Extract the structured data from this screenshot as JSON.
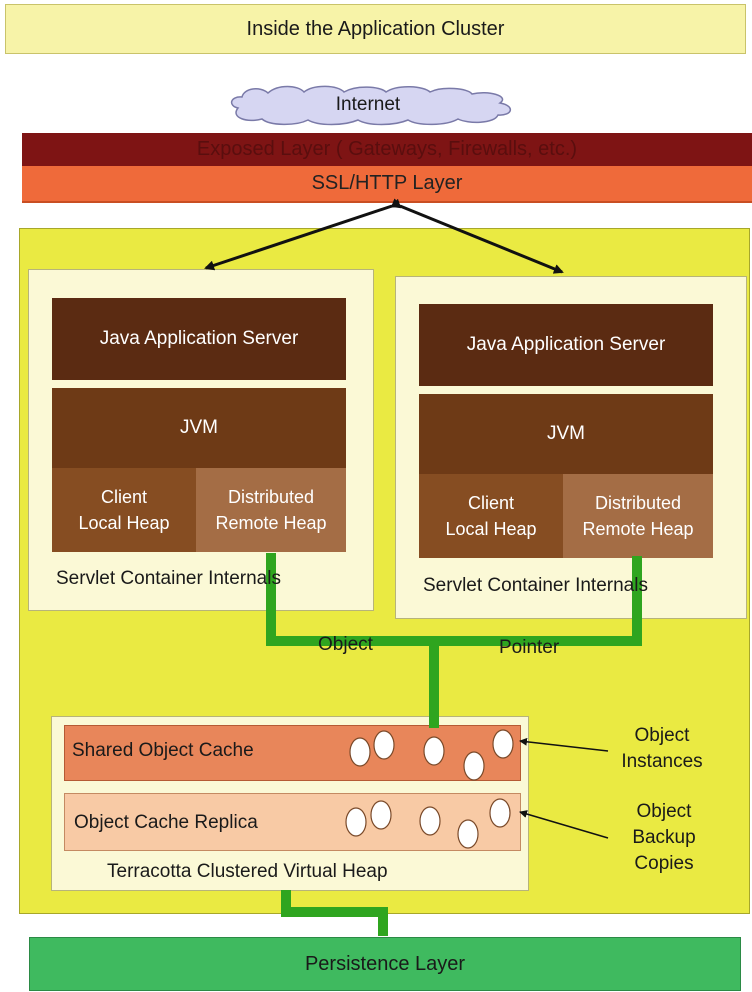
{
  "title": "Inside the Application Cluster",
  "internet": "Internet",
  "exposed_layer": "Exposed Layer ( Gateways, Firewalls, etc.)",
  "ssl_layer": "SSL/HTTP Layer",
  "containers": [
    {
      "app_server": "Java Application Server",
      "jvm": "JVM",
      "local_heap": [
        "Client",
        "Local Heap"
      ],
      "remote_heap": [
        "Distributed",
        "Remote Heap"
      ],
      "label": "Servlet Container Internals"
    },
    {
      "app_server": "Java Application Server",
      "jvm": "JVM",
      "local_heap": [
        "Client",
        "Local Heap"
      ],
      "remote_heap": [
        "Distributed",
        "Remote Heap"
      ],
      "label": "Servlet Container Internals"
    }
  ],
  "connector_labels": {
    "left": "Object",
    "right": "Pointer"
  },
  "shared_cache": "Shared Object Cache",
  "cache_replica": "Object Cache Replica",
  "virtual_heap": "Terracotta Clustered Virtual Heap",
  "annotations": {
    "instances": [
      "Object",
      "Instances"
    ],
    "backups": [
      "Object",
      "Backup",
      "Copies"
    ]
  },
  "persistence": "Persistence Layer",
  "colors": {
    "cluster": "#eaea42",
    "connector": "#2fa51f",
    "exposed": "#7e1414",
    "ssl": "#ef6a3a",
    "persistence": "#3fba5f"
  }
}
